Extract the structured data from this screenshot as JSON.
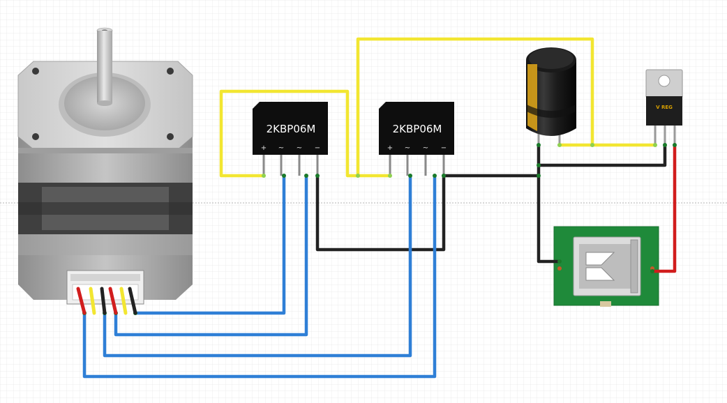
{
  "diagram": {
    "components": {
      "bridge1": {
        "part_number": "2KBP06M",
        "pins": [
          "+",
          "~",
          "~",
          "−"
        ]
      },
      "bridge2": {
        "part_number": "2KBP06M",
        "pins": [
          "+",
          "~",
          "~",
          "−"
        ]
      },
      "regulator": {
        "marking": "V REG"
      }
    },
    "wire_colors": {
      "positive": "#f2e631",
      "ground": "#222222",
      "ac": "#2f7fd6",
      "output": "#d11d1d"
    }
  }
}
